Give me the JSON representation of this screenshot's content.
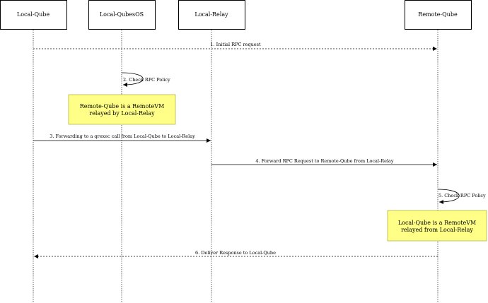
{
  "actors": [
    {
      "id": "local-qube",
      "label": "Local-Qube"
    },
    {
      "id": "local-qubesos",
      "label": "Local-QubesOS"
    },
    {
      "id": "local-relay",
      "label": "Local-Relay"
    },
    {
      "id": "remote-qube",
      "label": "Remote-Qube"
    }
  ],
  "messages": [
    {
      "label": "1. Initial RPC request",
      "from": "local-qube",
      "to": "remote-qube",
      "style": "dashed"
    },
    {
      "label": "2. Check RPC Policy",
      "from": "local-qubesos",
      "to": "local-qubesos",
      "style": "solid"
    },
    {
      "label": "3. Forwarding to a qrexec call from Local-Qube to Local-Relay",
      "from": "local-qube",
      "to": "local-relay",
      "style": "solid"
    },
    {
      "label": "4. Forward RPC Request to Remote-Qube from Local-Relay",
      "from": "local-relay",
      "to": "remote-qube",
      "style": "solid"
    },
    {
      "label": "5. Check RPC Policy",
      "from": "remote-qube",
      "to": "remote-qube",
      "style": "solid"
    },
    {
      "label": "6. Deliver Response to Local-Qube",
      "from": "remote-qube",
      "to": "local-qube",
      "style": "dashed"
    }
  ],
  "notes": [
    {
      "lines": [
        "Remote-Qube is a RemoteVM",
        "relayed by Local-Relay"
      ],
      "near": "local-qubesos"
    },
    {
      "lines": [
        "Local-Qube is a RemoteVM",
        "relayed from Local-Relay"
      ],
      "near": "remote-qube"
    }
  ],
  "colors": {
    "note_fill": "#ffff88",
    "note_stroke": "#aaaa33",
    "line": "#000000"
  }
}
